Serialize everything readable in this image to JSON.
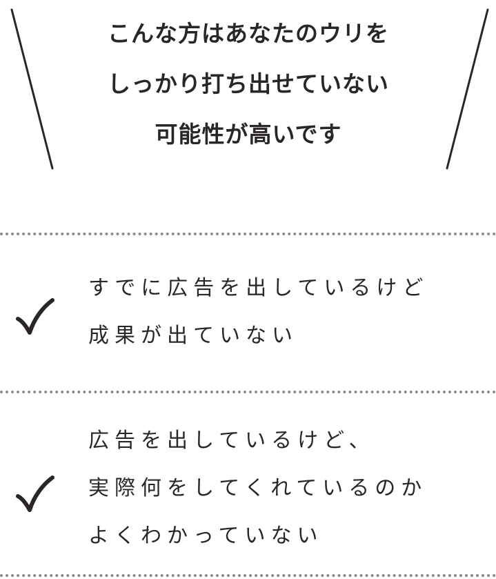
{
  "heading": {
    "lines": [
      "こんな方はあなたのウリを",
      "しっかり打ち出せていない",
      "可能性が高いです"
    ]
  },
  "checklist": [
    {
      "lines": [
        "すでに広告を出しているけど",
        "成果が出ていない"
      ]
    },
    {
      "lines": [
        "広告を出しているけど、",
        "実際何をしてくれているのか",
        "よくわかっていない"
      ]
    }
  ],
  "colors": {
    "text": "#2a2626",
    "divider": "#8a8a8a",
    "background": "#ffffff"
  },
  "icons": {
    "slash": "slash-line",
    "check": "check-mark-icon"
  }
}
